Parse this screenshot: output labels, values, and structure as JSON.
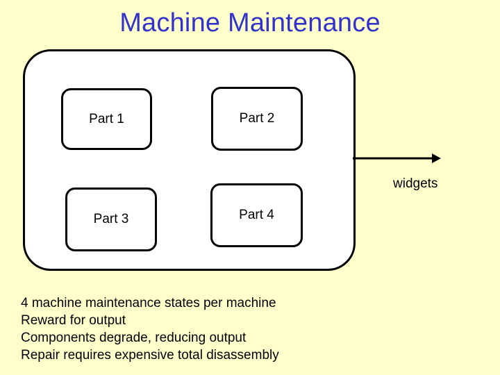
{
  "slide": {
    "title": "Machine Maintenance",
    "background_color": "#ffffcc",
    "title_color": "#3333cc",
    "text_color": "#000000",
    "shape_fill_color": "#ffffff",
    "shape_border_color": "#000000"
  },
  "machine": {
    "parts": [
      {
        "label": "Part 1"
      },
      {
        "label": "Part 2"
      },
      {
        "label": "Part 3"
      },
      {
        "label": "Part 4"
      }
    ]
  },
  "output": {
    "arrow_icon": "right-arrow-icon",
    "label": "widgets"
  },
  "notes": {
    "lines": [
      "4 machine maintenance states per machine",
      "Reward for output",
      "Components degrade, reducing output",
      "Repair requires expensive total disassembly"
    ]
  }
}
